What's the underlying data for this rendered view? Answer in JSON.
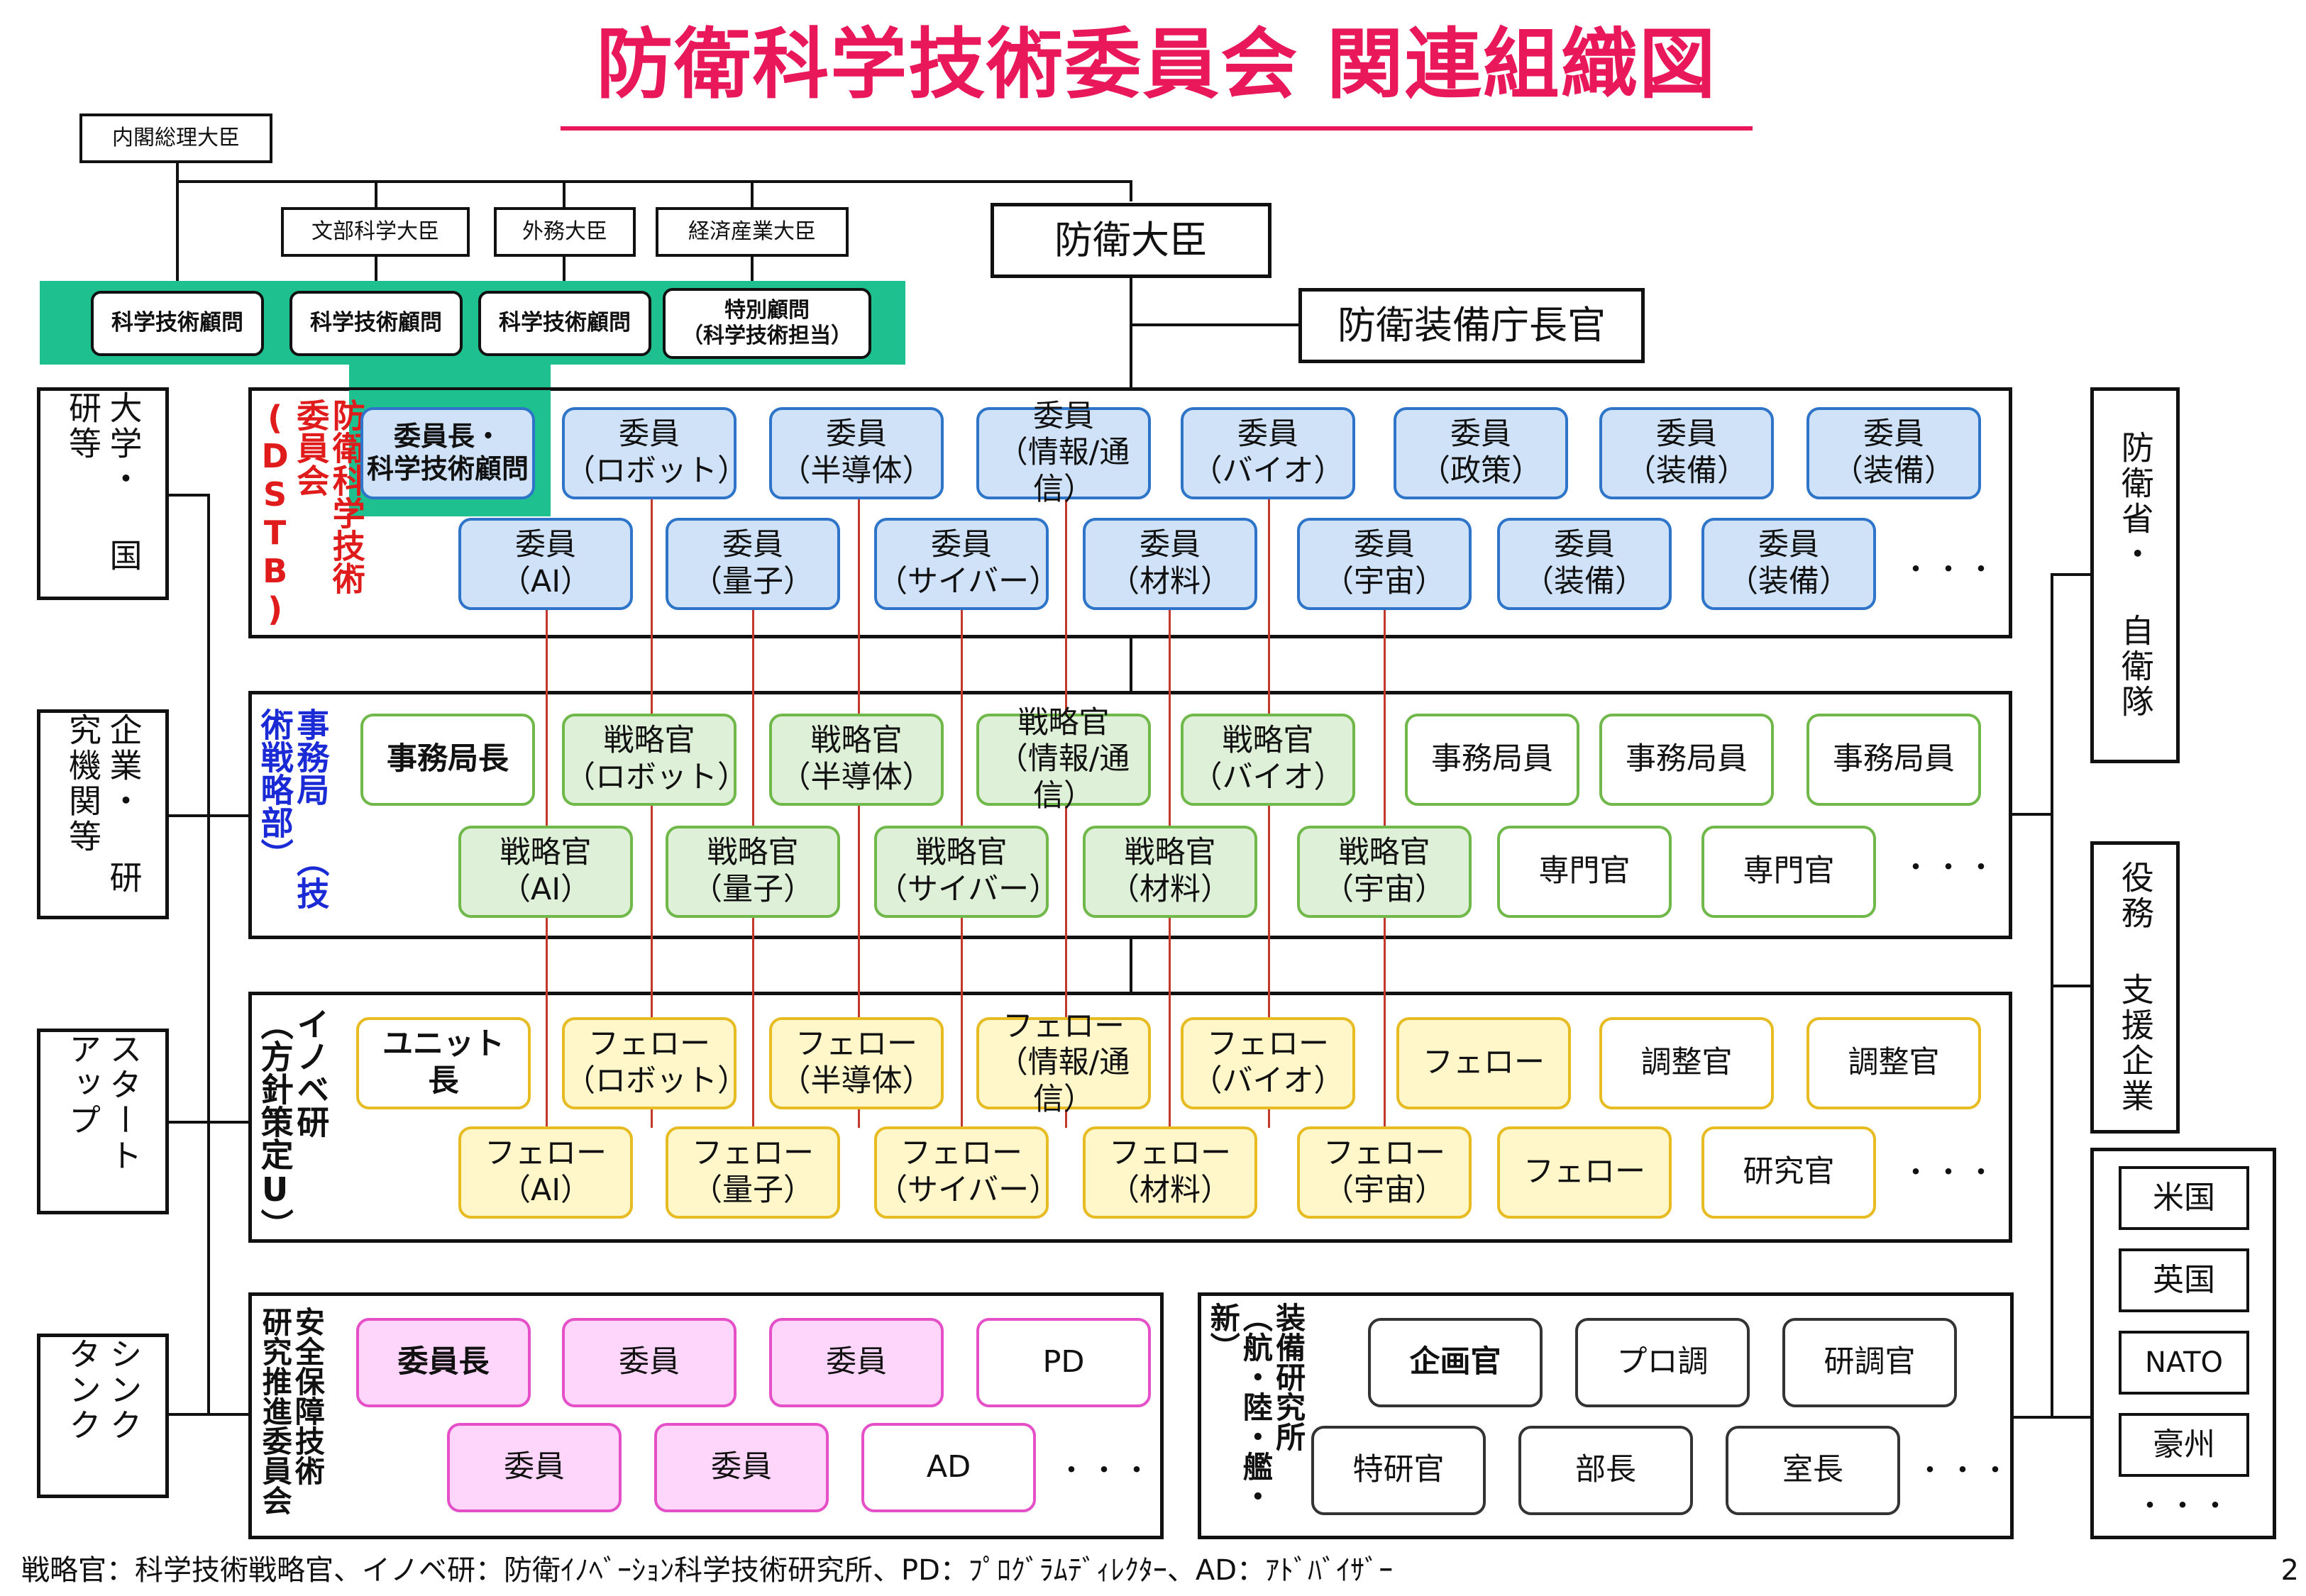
{
  "title": "防衛科学技術委員会 関連組織図",
  "top": {
    "pm": "内閣総理大臣",
    "ministers": [
      "文部科学大臣",
      "外務大臣",
      "経済産業大臣"
    ],
    "advisors": [
      "科学技術顧問",
      "科学技術顧問",
      "科学技術顧問",
      "特別顧問\n（科学技術担当）"
    ],
    "defense_minister": "防衛大臣",
    "atla": "防衛装備庁長官"
  },
  "left": [
    "大学・\n国研等",
    "企業・\n研究機関等",
    "スタート\nアップ",
    "シンク\nタンク"
  ],
  "right": [
    "防衛省・\n自衛隊",
    "役務\n支援企業"
  ],
  "countries": [
    "米国",
    "英国",
    "NATO",
    "豪州"
  ],
  "dstb": {
    "label": "防衛科学技術\n委員会(DSTB)",
    "chair": "委員長・\n科学技術顧問",
    "row1": [
      "委員\n（ロボット）",
      "委員\n（半導体）",
      "委員\n（情報/通信）",
      "委員\n（バイオ）",
      "委員\n（政策）",
      "委員\n（装備）",
      "委員\n（装備）"
    ],
    "row2": [
      "委員\n（AI）",
      "委員\n（量子）",
      "委員\n（サイバー）",
      "委員\n（材料）",
      "委員\n（宇宙）",
      "委員\n（装備）",
      "委員\n（装備）"
    ]
  },
  "secretariat": {
    "label": "事務局\n（技術戦略部）",
    "head": "事務局長",
    "row1": [
      "戦略官\n（ロボット）",
      "戦略官\n（半導体）",
      "戦略官\n（情報/通信）",
      "戦略官\n（バイオ）",
      "事務局員",
      "事務局員",
      "事務局員"
    ],
    "row2": [
      "戦略官\n（AI）",
      "戦略官\n（量子）",
      "戦略官\n（サイバー）",
      "戦略官\n（材料）",
      "戦略官\n（宇宙）",
      "専門官",
      "専門官"
    ]
  },
  "innov": {
    "label": "イノベ研\n（方針策定U）",
    "head": "ユニット\n長",
    "row1": [
      "フェロー\n（ロボット）",
      "フェロー\n（半導体）",
      "フェロー\n（情報/通信）",
      "フェロー\n（バイオ）",
      "フェロー",
      "調整官",
      "調整官"
    ],
    "row2": [
      "フェロー\n（AI）",
      "フェロー\n（量子）",
      "フェロー\n（サイバー）",
      "フェロー\n（材料）",
      "フェロー\n（宇宙）",
      "フェロー",
      "研究官"
    ]
  },
  "security": {
    "label": "安全保障技術\n研究推進委員会",
    "row1": [
      "委員長",
      "委員",
      "委員",
      "PD"
    ],
    "row2": [
      "委員",
      "委員",
      "AD"
    ]
  },
  "equipment": {
    "label": "装備研究所\n（航・陸・艦・新）",
    "row1": [
      "企画官",
      "プロ調",
      "研調官"
    ],
    "row2": [
      "特研官",
      "部長",
      "室長"
    ]
  },
  "ellipsis": "・・・",
  "footnote": "戦略官：科学技術戦略官、イノベ研：防衛ｲﾉﾍﾞｰｼｮﾝ科学技術研究所、PD：ﾌﾟﾛｸﾞﾗﾑﾃﾞｨﾚｸﾀｰ、AD：ｱﾄﾞﾊﾞｲｻﾞｰ",
  "page_number": "2",
  "colors": {
    "title": "#e8185a",
    "advisor_band": "#1fc08f",
    "dstb_label": "#e01b1b",
    "sec_label": "#1a2bd6",
    "blue": "#cfe2f8",
    "green": "#dff0d8",
    "yellow": "#fff6c9",
    "pink": "#ffd6fb",
    "red_line": "#c0392b"
  }
}
